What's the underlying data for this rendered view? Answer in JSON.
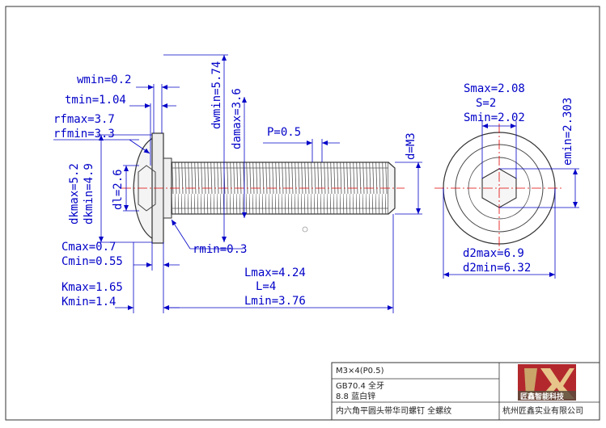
{
  "side_view": {
    "wmin": "wmin=0.2",
    "tmin": "tmin=1.04",
    "rfmax": "rfmax=3.7",
    "rfmin": "rfmin=3.3",
    "dkmax": "dkmax=5.2",
    "dkmin": "dkmin=4.9",
    "dl": "dl=2.6",
    "dwmin": "dwmin=5.74",
    "damax": "damax=3.6",
    "pitch": "P=0.5",
    "d": "d=M3",
    "rmin": "rmin=0.3",
    "cmax": "Cmax=0.7",
    "cmin": "Cmin=0.55",
    "lmax": "Lmax=4.24",
    "l": "L=4",
    "lmin": "Lmin=3.76",
    "kmax": "Kmax=1.65",
    "kmin": "Kmin=1.4"
  },
  "end_view": {
    "smax": "Smax=2.08",
    "s": "S=2",
    "smin": "Smin=2.02",
    "emin": "emin=2.303",
    "d2max": "d2max=6.9",
    "d2min": "d2min=6.32"
  },
  "title_block": {
    "spec": "M3×4(P0.5)",
    "standard": "GB70.4 全牙",
    "grade": "8.8 蓝白锌",
    "part_name": "内六角平圆头带华司螺钉 全螺纹",
    "company": "杭州匠鑫实业有限公司",
    "logo_text": "匠鑫智能科技"
  },
  "colors": {
    "dimension": "#0000c8",
    "outline": "#333333",
    "centerline": "#e00000",
    "logo_gold": "#c9a56a",
    "logo_red": "#b3282d"
  }
}
